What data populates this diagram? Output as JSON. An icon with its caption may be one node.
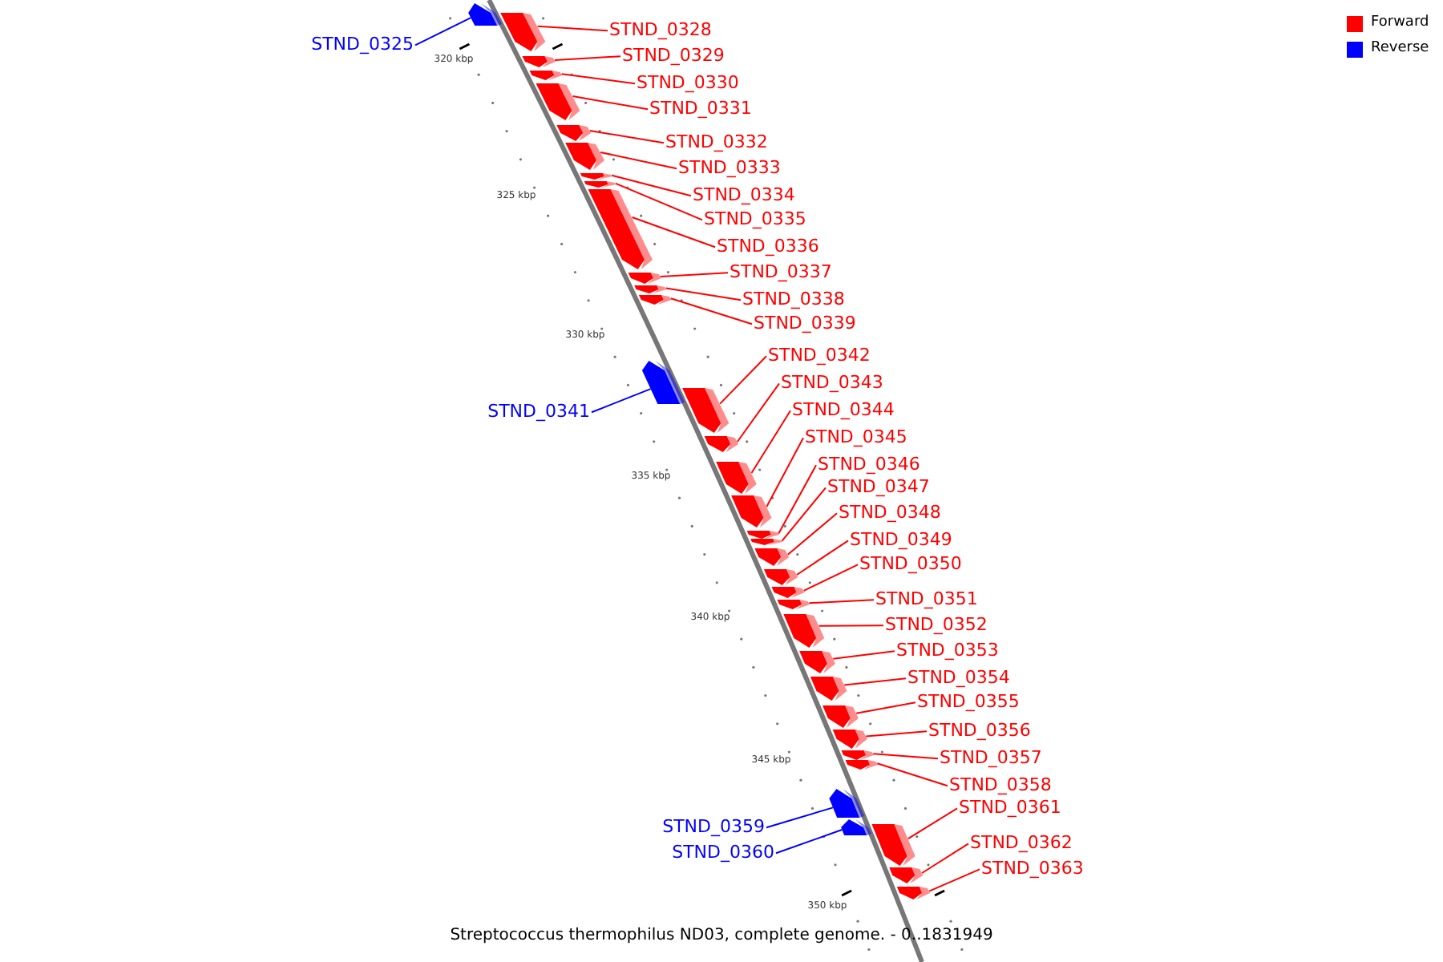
{
  "diagram": {
    "caption": "Streptococcus thermophilus ND03, complete genome. - 0..1831949",
    "nodes": [
      {
        "text": [
          "STND_0325"
        ]
      },
      {
        "text": [
          "STND_0328"
        ]
      },
      {
        "text": [
          "STND_0329"
        ]
      },
      {
        "text": [
          "STND_0330"
        ]
      },
      {
        "text": [
          "STND_0331"
        ]
      },
      {
        "text": [
          "STND_0332"
        ]
      },
      {
        "text": [
          "STND_0333"
        ]
      },
      {
        "text": [
          "STND_0334"
        ]
      },
      {
        "text": [
          "STND_0335"
        ]
      },
      {
        "text": [
          "STND_0336"
        ]
      },
      {
        "text": [
          "STND_0337"
        ]
      },
      {
        "text": [
          "STND_0338"
        ]
      },
      {
        "text": [
          "STND_0339"
        ]
      },
      {
        "text": [
          "STND_0341"
        ]
      },
      {
        "text": [
          "STND_0342"
        ]
      },
      {
        "text": [
          "STND_0343"
        ]
      },
      {
        "text": [
          "STND_0344"
        ]
      },
      {
        "text": [
          "STND_0345"
        ]
      },
      {
        "text": [
          "STND_0346"
        ]
      },
      {
        "text": [
          "STND_0347"
        ]
      },
      {
        "text": [
          "STND_0348"
        ]
      },
      {
        "text": [
          "STND_0349"
        ]
      },
      {
        "text": [
          "STND_0350"
        ]
      },
      {
        "text": [
          "STND_0351"
        ]
      },
      {
        "text": [
          "STND_0352"
        ]
      },
      {
        "text": [
          "STND_0353"
        ]
      },
      {
        "text": [
          "STND_0354"
        ]
      },
      {
        "text": [
          "STND_0355"
        ]
      },
      {
        "text": [
          "STND_0356"
        ]
      },
      {
        "text": [
          "STND_0357"
        ]
      },
      {
        "text": [
          "STND_0358"
        ]
      },
      {
        "text": [
          "STND_0359"
        ]
      },
      {
        "text": [
          "STND_0360"
        ]
      },
      {
        "text": [
          "STND_0361"
        ]
      },
      {
        "text": [
          "STND_0362"
        ]
      },
      {
        "text": [
          "STND_0363"
        ]
      },
      {
        "text": [],
        "shape": "bar"
      },
      {
        "text": [],
        "shape": "bar"
      },
      {
        "text": [],
        "shape": "bar"
      },
      {
        "text": [],
        "shape": "bar"
      },
      {
        "text": [],
        "shape": "bar"
      },
      {
        "text": [],
        "shape": "bar"
      },
      {
        "text": [],
        "shape": "bar"
      },
      {
        "text": [],
        "shape": "bar"
      },
      {
        "text": [],
        "shape": "bar"
      },
      {
        "text": [],
        "shape": "bar"
      },
      {
        "text": [],
        "shape": "bar"
      },
      {
        "text": [],
        "shape": "bar"
      },
      {
        "text": [],
        "shape": "bar"
      },
      {
        "text": [],
        "shape": "bar"
      },
      {
        "text": [],
        "shape": "bar"
      },
      {
        "text": [],
        "shape": "bar"
      },
      {
        "text": [],
        "shape": "bar"
      },
      {
        "text": [],
        "shape": "bar"
      },
      {
        "text": [],
        "shape": "bar"
      },
      {
        "text": [],
        "shape": "bar"
      },
      {
        "text": [],
        "shape": "bar"
      },
      {
        "text": [],
        "shape": "bar"
      },
      {
        "text": [],
        "shape": "bar"
      },
      {
        "text": [],
        "shape": "bar"
      },
      {
        "text": [],
        "shape": "bar"
      },
      {
        "text": [],
        "shape": "bar"
      },
      {
        "text": [],
        "shape": "bar"
      },
      {
        "text": [],
        "shape": "bar"
      },
      {
        "text": [],
        "shape": "bar"
      },
      {
        "text": [],
        "shape": "bar"
      },
      {
        "text": [],
        "shape": "bar"
      },
      {
        "text": [],
        "shape": "bar"
      },
      {
        "text": [],
        "shape": "bar"
      },
      {
        "text": [],
        "shape": "bar"
      },
      {
        "text": [],
        "shape": "bar"
      },
      {
        "text": [],
        "shape": "bar"
      }
    ],
    "edges": [
      {
        "from": 0,
        "to": 36,
        "arrow": "none",
        "color": "#0000ff"
      },
      {
        "from": 1,
        "to": 37,
        "arrow": "none"
      },
      {
        "from": 2,
        "to": 38,
        "arrow": "none"
      },
      {
        "from": 3,
        "to": 39,
        "arrow": "none"
      },
      {
        "from": 4,
        "to": 40,
        "arrow": "none"
      },
      {
        "from": 5,
        "to": 41,
        "arrow": "none"
      },
      {
        "from": 6,
        "to": 42,
        "arrow": "none"
      },
      {
        "from": 7,
        "to": 43,
        "arrow": "none"
      },
      {
        "from": 8,
        "to": 44,
        "arrow": "none"
      },
      {
        "from": 9,
        "to": 45,
        "arrow": "none"
      },
      {
        "from": 10,
        "to": 46,
        "arrow": "none"
      },
      {
        "from": 11,
        "to": 47,
        "arrow": "none"
      },
      {
        "from": 12,
        "to": 48,
        "arrow": "none"
      },
      {
        "from": 13,
        "to": 49,
        "arrow": "none",
        "color": "#0000ff"
      },
      {
        "from": 14,
        "to": 50,
        "arrow": "none"
      },
      {
        "from": 15,
        "to": 51,
        "arrow": "none"
      },
      {
        "from": 16,
        "to": 52,
        "arrow": "none"
      },
      {
        "from": 17,
        "to": 53,
        "arrow": "none"
      },
      {
        "from": 18,
        "to": 54,
        "arrow": "none"
      },
      {
        "from": 19,
        "to": 55,
        "arrow": "none"
      },
      {
        "from": 20,
        "to": 56,
        "arrow": "none"
      },
      {
        "from": 21,
        "to": 57,
        "arrow": "none"
      },
      {
        "from": 22,
        "to": 58,
        "arrow": "none"
      },
      {
        "from": 23,
        "to": 59,
        "arrow": "none"
      },
      {
        "from": 24,
        "to": 60,
        "arrow": "none"
      },
      {
        "from": 25,
        "to": 61,
        "arrow": "none"
      },
      {
        "from": 26,
        "to": 62,
        "arrow": "none"
      },
      {
        "from": 27,
        "to": 63,
        "arrow": "none"
      },
      {
        "from": 28,
        "to": 64,
        "arrow": "none"
      },
      {
        "from": 29,
        "to": 65,
        "arrow": "none"
      },
      {
        "from": 30,
        "to": 66,
        "arrow": "none"
      },
      {
        "from": 31,
        "to": 67,
        "arrow": "none",
        "color": "#0000ff"
      },
      {
        "from": 32,
        "to": 68,
        "arrow": "none",
        "color": "#0000ff"
      },
      {
        "from": 33,
        "to": 69,
        "arrow": "none"
      },
      {
        "from": 34,
        "to": 70,
        "arrow": "none"
      },
      {
        "from": 35,
        "to": 71,
        "arrow": "none"
      }
    ],
    "labels": [
      "320 kbp",
      "325 kbp",
      "330 kbp",
      "335 kbp",
      "340 kbp",
      "345 kbp",
      "350 kbp"
    ],
    "legend": [
      {
        "text": "Forward",
        "color": "#ff0000"
      },
      {
        "text": "Reverse",
        "color": "#0000ff"
      }
    ]
  }
}
